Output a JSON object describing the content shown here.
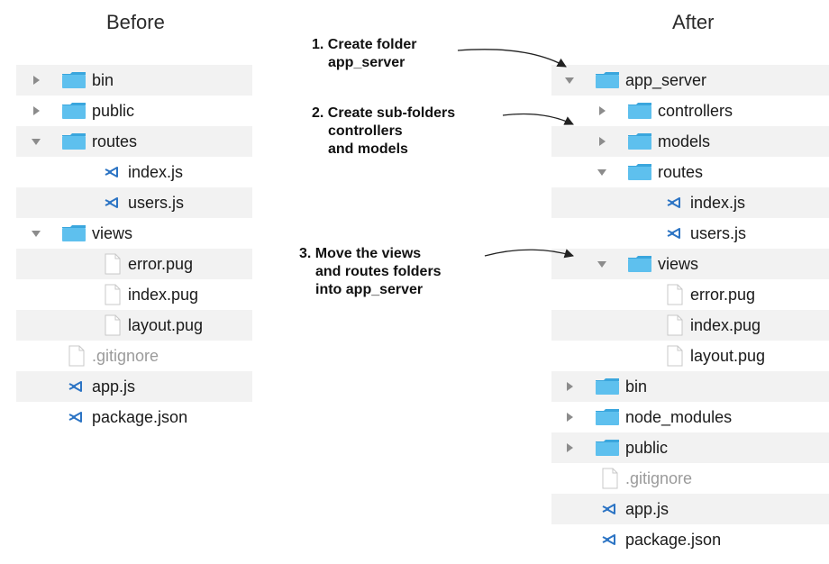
{
  "headings": {
    "before": "Before",
    "after": "After"
  },
  "annotations": [
    {
      "lines": [
        "1. Create folder",
        "app_server"
      ]
    },
    {
      "lines": [
        "2. Create sub-folders",
        "controllers",
        "and models"
      ]
    },
    {
      "lines": [
        "3. Move the views",
        "and routes folders",
        "into app_server"
      ]
    }
  ],
  "before_tree": [
    {
      "label": "bin",
      "kind": "folder",
      "expanded": false,
      "depth": 0
    },
    {
      "label": "public",
      "kind": "folder",
      "expanded": false,
      "depth": 0
    },
    {
      "label": "routes",
      "kind": "folder",
      "expanded": true,
      "depth": 0
    },
    {
      "label": "index.js",
      "kind": "vs-file",
      "depth": 1
    },
    {
      "label": "users.js",
      "kind": "vs-file",
      "depth": 1
    },
    {
      "label": "views",
      "kind": "folder",
      "expanded": true,
      "depth": 0
    },
    {
      "label": "error.pug",
      "kind": "file",
      "depth": 1
    },
    {
      "label": "index.pug",
      "kind": "file",
      "depth": 1
    },
    {
      "label": "layout.pug",
      "kind": "file",
      "depth": 1
    },
    {
      "label": ".gitignore",
      "kind": "file",
      "depth": 0,
      "muted": true
    },
    {
      "label": "app.js",
      "kind": "vs-file",
      "depth": 0
    },
    {
      "label": "package.json",
      "kind": "vs-file",
      "depth": 0
    }
  ],
  "after_tree": [
    {
      "label": "app_server",
      "kind": "folder",
      "expanded": true,
      "depth": 0
    },
    {
      "label": "controllers",
      "kind": "folder",
      "expanded": false,
      "depth": 1
    },
    {
      "label": "models",
      "kind": "folder",
      "expanded": false,
      "depth": 1
    },
    {
      "label": "routes",
      "kind": "folder",
      "expanded": true,
      "depth": 1
    },
    {
      "label": "index.js",
      "kind": "vs-file",
      "depth": 2
    },
    {
      "label": "users.js",
      "kind": "vs-file",
      "depth": 2
    },
    {
      "label": "views",
      "kind": "folder",
      "expanded": true,
      "depth": 1
    },
    {
      "label": "error.pug",
      "kind": "file",
      "depth": 2
    },
    {
      "label": "index.pug",
      "kind": "file",
      "depth": 2
    },
    {
      "label": "layout.pug",
      "kind": "file",
      "depth": 2
    },
    {
      "label": "bin",
      "kind": "folder",
      "expanded": false,
      "depth": 0
    },
    {
      "label": "node_modules",
      "kind": "folder",
      "expanded": false,
      "depth": 0
    },
    {
      "label": "public",
      "kind": "folder",
      "expanded": false,
      "depth": 0
    },
    {
      "label": ".gitignore",
      "kind": "file",
      "depth": 0,
      "muted": true
    },
    {
      "label": "app.js",
      "kind": "vs-file",
      "depth": 0
    },
    {
      "label": "package.json",
      "kind": "vs-file",
      "depth": 0
    }
  ],
  "colors": {
    "folder": "#5ec0ee",
    "folder_tab": "#3aa6dd",
    "disclosure": "#8c8c8c",
    "vs_icon": "#2c74c4",
    "row_shade": "#f2f2f2",
    "muted_text": "#9b9b9b",
    "arrow": "#222222"
  }
}
